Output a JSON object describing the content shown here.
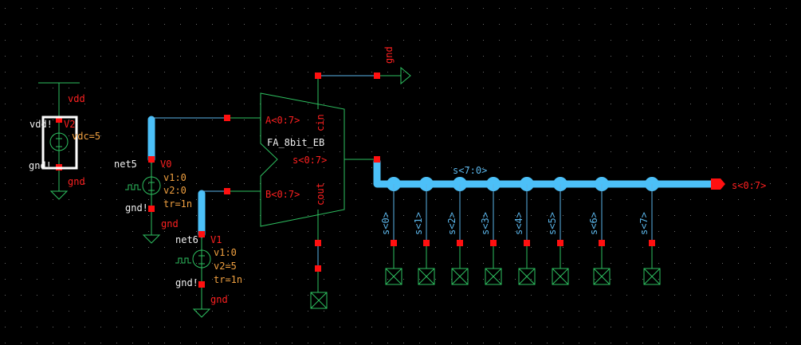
{
  "colors": {
    "background": "#000000",
    "wire": "#2ec060",
    "bus": "#4cc0f8",
    "pin": "#ff1010",
    "label": "#ff2020",
    "param": "#f0a040",
    "instance": "#f0f0f0",
    "selection": "#ffffff"
  },
  "v2": {
    "net_top": "vdd",
    "pin_top": "vdd!",
    "name": "V2",
    "param": "vdc=5",
    "pin_bottom": "gnd!",
    "net_bottom": "gnd",
    "icon": "dc-source-icon"
  },
  "v0": {
    "net": "net5",
    "name": "V0",
    "params": [
      "v1:0",
      "v2:0",
      "tr=1n"
    ],
    "pin_bottom": "gnd!",
    "net_bottom": "gnd",
    "icon": "pulse-source-icon"
  },
  "v1": {
    "net": "net6",
    "name": "V1",
    "params": [
      "v1:0",
      "v2=5",
      "tr=1n"
    ],
    "pin_bottom": "gnd!",
    "net_bottom": "gnd",
    "icon": "pulse-source-icon"
  },
  "adder": {
    "name": "FA_8bit_EB",
    "pins": {
      "a": "A<0:7>",
      "b": "B<0:7>",
      "s": "s<0:7>",
      "cin": "cin",
      "cout": "cout"
    },
    "cin_net": "gnd"
  },
  "bus": {
    "label": "s<7:0>",
    "output_pin": "s<0:7>",
    "taps": [
      "s<0>",
      "s<1>",
      "s<2>",
      "s<3>",
      "s<4>",
      "s<5>",
      "s<6>",
      "s<7>"
    ]
  }
}
